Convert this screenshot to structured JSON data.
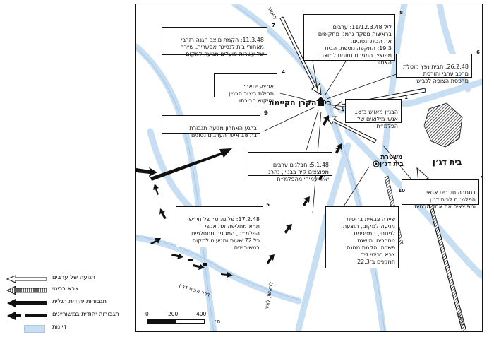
{
  "places": {
    "jnf_house": "בית הקרן הקיימת",
    "beit_dagan": "בית דג׳ן",
    "police": "משטרת\nבית דג׳ן"
  },
  "roads": {
    "road_beit_dagan": "דרך הבית דג׳ן",
    "to_rishon": "לראשון לציון",
    "to_yazur": "ליאזור",
    "to_ramla": "לרמלה"
  },
  "notes": [
    {
      "num": "1",
      "text": "הבניין מאויש ב־18\nאנשי מילואים של\nהפלמ״ח"
    },
    {
      "num": "2",
      "text": "5.1.48: חבלנים ערבים\nמפוצצים קיר בבניין, נהרג\nיאיר עמיחי מהפלמ״ח"
    },
    {
      "num": "3",
      "text": "בתגובה חודרים אנשי\nהפלמ״ח לבית דג׳ן\nומפוצצים את אחד הבתים"
    },
    {
      "num": "4",
      "text": "אמצע ינואר:\nתחילת ביצור הבניין\nומיקוש סביבתו"
    },
    {
      "num": "5",
      "text": "17.2.48: פלוגה ט׳ של חי״ש\nת״א מחליפה את אנשי\nהפלמ״ח, המגינים מתחלפים\nכל 72 שעות ומגיעים למקום\nבמשוריינים"
    },
    {
      "num": "6",
      "text": "26.2.48: חבית נפץ מוטלת\nמרכב ערבי והורסת\nמרפסת הצופה לכביש"
    },
    {
      "num": "7",
      "text": "11.3.48: הקמת מוצב הגנה רזרבי\nמאחורי בית לנסיגה אפשרית. שיירה\nשל עשרות פועלים מגיעה למקום"
    },
    {
      "num": "8",
      "text": "ליל 11/12.3.48: ערבים\nבראשות מפקד גרמני מתקיפים\nאת הבית ונסוגים.\n19.3: התקפה נוספת, הבית\nמפוצץ, המגינים נסוגים למוצב\nהאחורי"
    },
    {
      "num": "9",
      "text": "ברגע האחרון מגיעה תגבורת\nבת 18 איש. הערבים נסוגים"
    },
    {
      "num": "10",
      "text": "שיירה צבאית בריטית\nמגיעה למקום, תוצעת\nלפנותו, המפגינים\nמסרבים. מושגת\nפשרה: הקמת מחנה\nצבא בריטי ליד\nהמגינים ב־22.3"
    }
  ],
  "legend": [
    {
      "label": "תנועה של ערבים",
      "icon": "arab-movement-arrow"
    },
    {
      "label": "צבא בריטי",
      "icon": "british-army-arrow"
    },
    {
      "label": "תגבורות יהודית רגלית",
      "icon": "jewish-infantry-arrow"
    },
    {
      "label": "תגבורות יהודית במשוריינים",
      "icon": "jewish-armored-arrow"
    },
    {
      "label": "דיונות",
      "icon": "dunes-swatch"
    }
  ],
  "scale": {
    "ticks": [
      "0",
      "200",
      "400"
    ],
    "unit": "מ׳"
  },
  "colors": {
    "dunes": "#c8def2",
    "ink": "#111111",
    "paper": "#ffffff"
  }
}
